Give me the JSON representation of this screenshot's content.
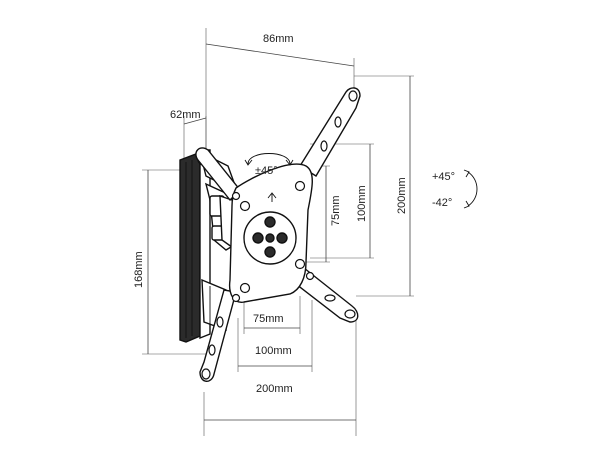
{
  "dimensions": {
    "depth_top": "86mm",
    "arm_width": "62mm",
    "rotation": "±45°",
    "height_left": "168mm",
    "vesa_75_v": "75mm",
    "vesa_100_v": "100mm",
    "vesa_200_v": "200mm",
    "vesa_75_h": "75mm",
    "vesa_100_h": "100mm",
    "vesa_200_h": "200mm"
  },
  "tilt": {
    "up": "+45°",
    "down": "-42°"
  }
}
